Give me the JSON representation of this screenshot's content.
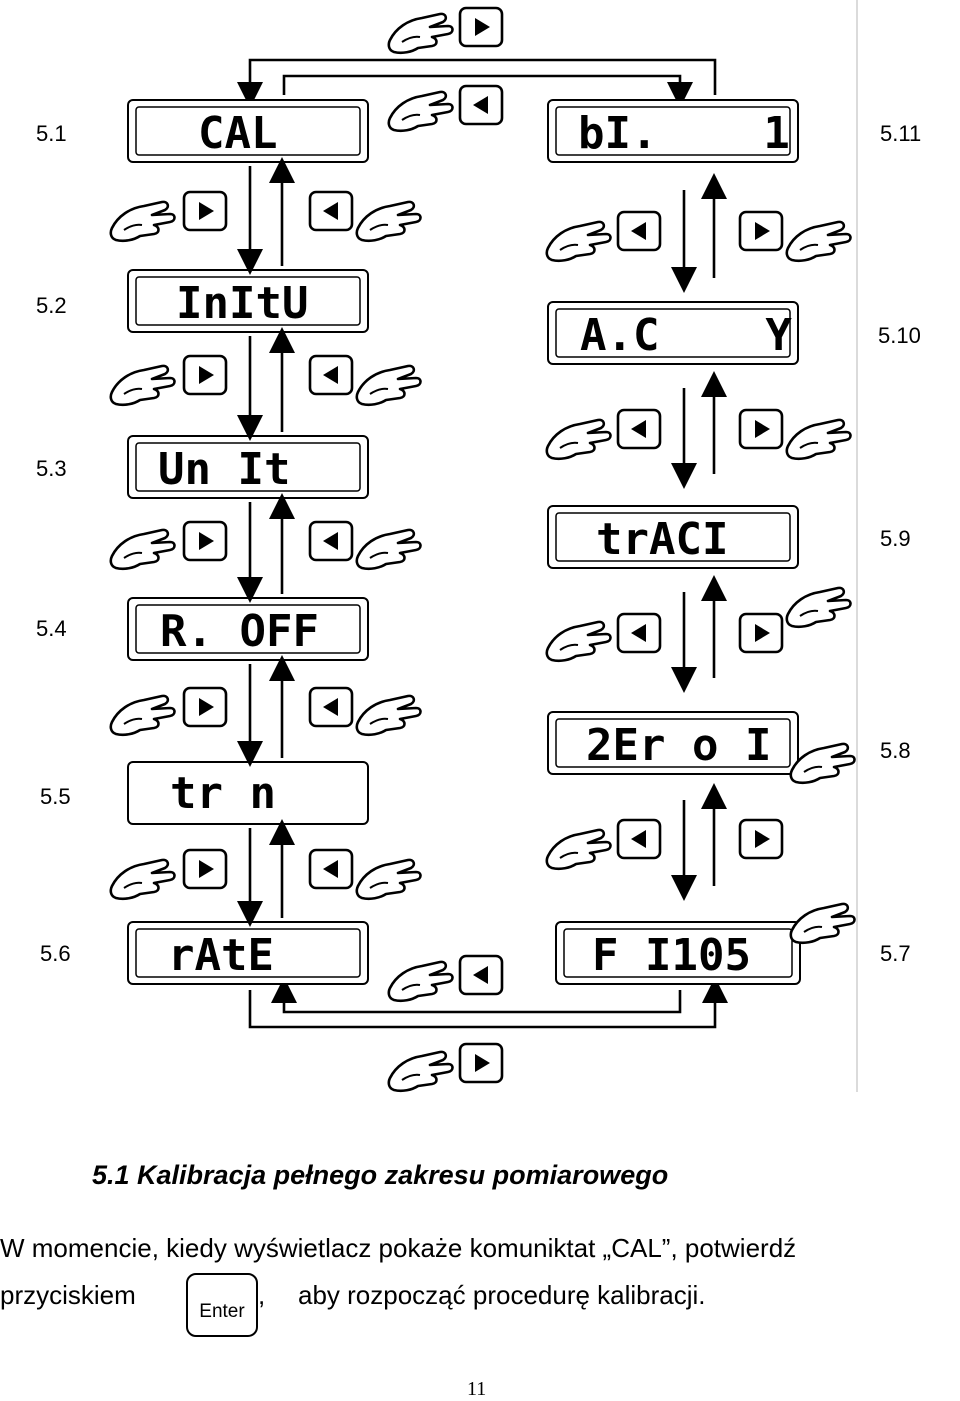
{
  "left_column": [
    {
      "label": "5.1",
      "display": "CAL"
    },
    {
      "label": "5.2",
      "display": "InItU"
    },
    {
      "label": "5.3",
      "display": "Un It"
    },
    {
      "label": "5.4",
      "display": "R. OFF"
    },
    {
      "label": "5.5",
      "display": "tr n"
    },
    {
      "label": "5.6",
      "display": "rAtE"
    }
  ],
  "right_column": [
    {
      "label": "5.11",
      "display": "bI.    1"
    },
    {
      "label": "5.10",
      "display": "A.C    Y"
    },
    {
      "label": "5.9",
      "display": "trACI"
    },
    {
      "label": "5.8",
      "display": "2Er o I"
    },
    {
      "label": "5.7",
      "display": "F I105"
    }
  ],
  "buttons": {
    "right": "right-arrow-button",
    "left": "left-arrow-button"
  },
  "text": {
    "heading": "5.1 Kalibracja pełnego zakresu pomiarowego",
    "paragraph_line1": "W momencie, kiedy wyświetlacz pokaże komuniktat „CAL”, potwierdź",
    "paragraph_line2_start": "przyciskiem",
    "enter_key": "Enter",
    "paragraph_line2_comma": ",",
    "paragraph_line2_end": "aby rozpocząć procedurę kalibracji.",
    "page_number": "11"
  }
}
